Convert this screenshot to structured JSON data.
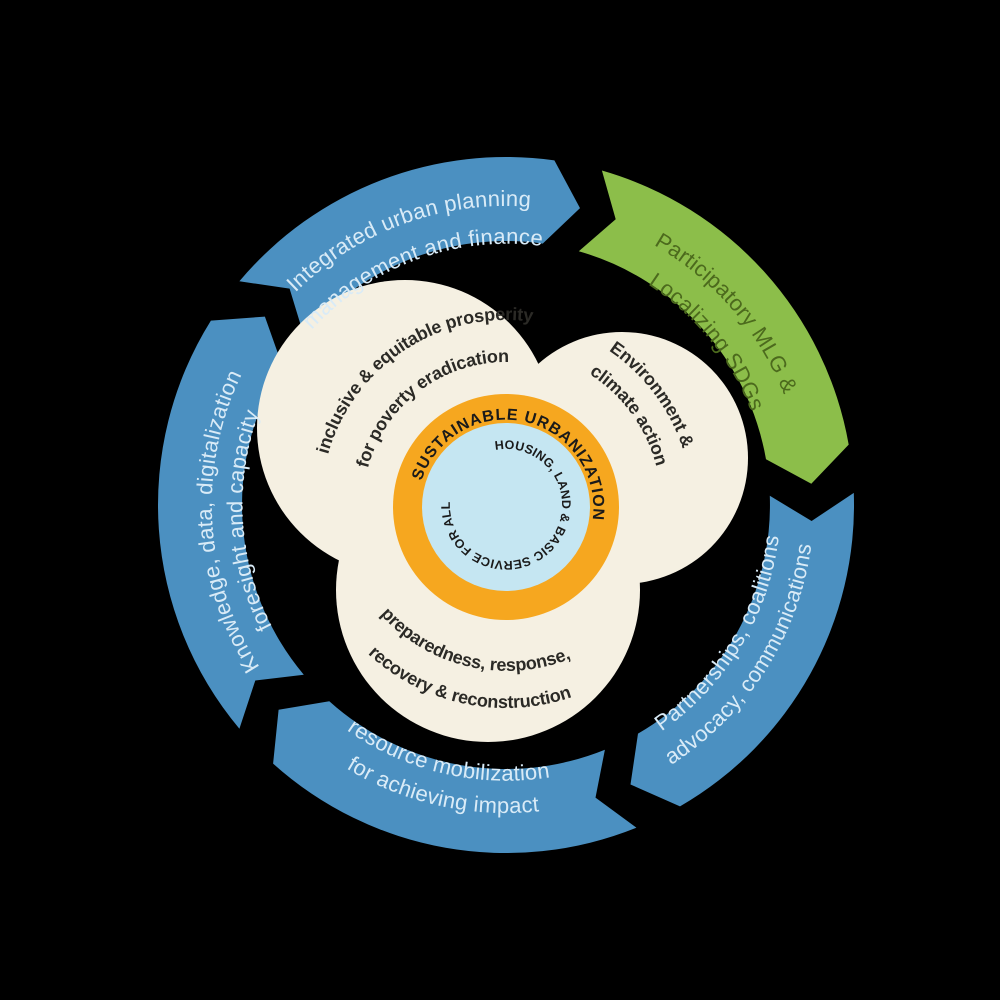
{
  "background_color": "#000000",
  "colors": {
    "arrow_blue": "#4b90c1",
    "arrow_green": "#8cbe4a",
    "arrow_text_on_blue": "#d9ebf7",
    "arrow_text_on_green": "#4c6a1d",
    "petal_fill": "#f5f0e2",
    "petal_text": "#2b2a26",
    "ring_orange": "#f6a71f",
    "center_blue": "#c5e6f2",
    "center_text": "#1a1a1a"
  },
  "outer_arrows": [
    {
      "id": "planning",
      "fill": "blue",
      "lines": [
        "Integrated urban planning",
        "management and finance"
      ]
    },
    {
      "id": "participatory",
      "fill": "green",
      "lines": [
        "Participatory MLG &",
        "Localizing SDGs"
      ]
    },
    {
      "id": "partnerships",
      "fill": "blue",
      "lines": [
        "Partnerships, coalitions",
        "advocacy, communications"
      ]
    },
    {
      "id": "resource",
      "fill": "blue",
      "lines": [
        "resource mobilization",
        "for achieving impact"
      ]
    },
    {
      "id": "knowledge",
      "fill": "blue",
      "lines": [
        "Knowledge, data, digitalization",
        "foresight and capacity"
      ]
    }
  ],
  "petals": [
    {
      "id": "prosperity",
      "lines": [
        "inclusive & equitable prosperity",
        "for poverty eradication"
      ]
    },
    {
      "id": "environment",
      "lines": [
        "Environment &",
        "climate action"
      ]
    },
    {
      "id": "preparedness",
      "lines": [
        "preparedness, response,",
        "recovery & reconstruction"
      ]
    }
  ],
  "center": {
    "ring_label": "SUSTAINABLE URBANIZATION",
    "inner_label": "HOUSING, LAND & BASIC SERVICE FOR ALL"
  }
}
